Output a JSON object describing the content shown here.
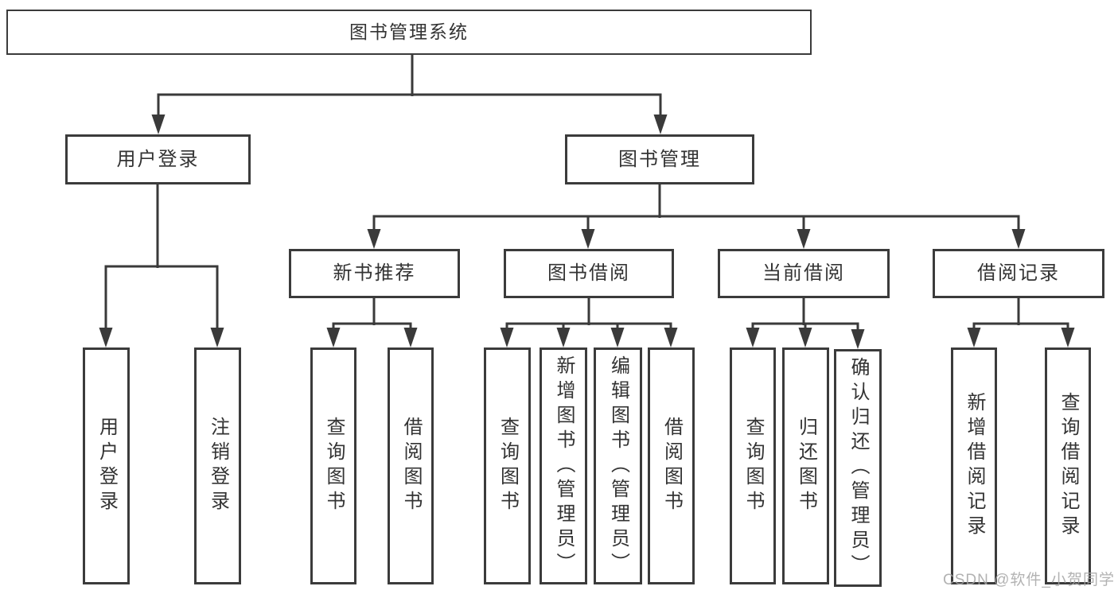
{
  "tree": {
    "label": "图书管理系统",
    "children": [
      {
        "label": "用户登录",
        "children": [
          {
            "label": "用户登录"
          },
          {
            "label": "注销登录"
          }
        ]
      },
      {
        "label": "图书管理",
        "children": [
          {
            "label": "新书推荐",
            "children": [
              {
                "label": "查询图书"
              },
              {
                "label": "借阅图书"
              }
            ]
          },
          {
            "label": "图书借阅",
            "children": [
              {
                "label": "查询图书"
              },
              {
                "label": "新增图书（管理员）"
              },
              {
                "label": "编辑图书（管理员）"
              },
              {
                "label": "借阅图书"
              }
            ]
          },
          {
            "label": "当前借阅",
            "children": [
              {
                "label": "查询图书"
              },
              {
                "label": "归还图书"
              },
              {
                "label": "确认归还（管理员）"
              }
            ]
          },
          {
            "label": "借阅记录",
            "children": [
              {
                "label": "新增借阅记录"
              },
              {
                "label": "查询借阅记录"
              }
            ]
          }
        ]
      }
    ]
  },
  "watermark": {
    "text": "CSDN @软件_小贺同学"
  },
  "colors": {
    "line": "#3a3a3a",
    "box_border": "#3b3b3b",
    "text": "#333333",
    "watermark": "#a5a5a5",
    "background": "#ffffff"
  }
}
